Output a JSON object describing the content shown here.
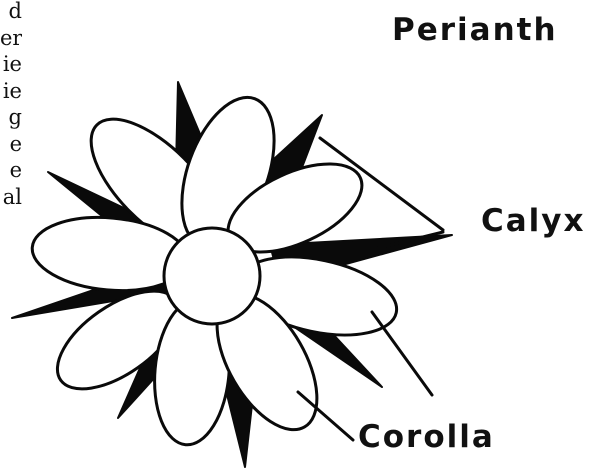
{
  "labels": {
    "perianth": "Perianth",
    "calyx": "Calyx",
    "corolla": "Corolla"
  },
  "left_text_lines": [
    "d",
    "er",
    "ie",
    "ie",
    "g",
    "e",
    "e",
    "al"
  ]
}
